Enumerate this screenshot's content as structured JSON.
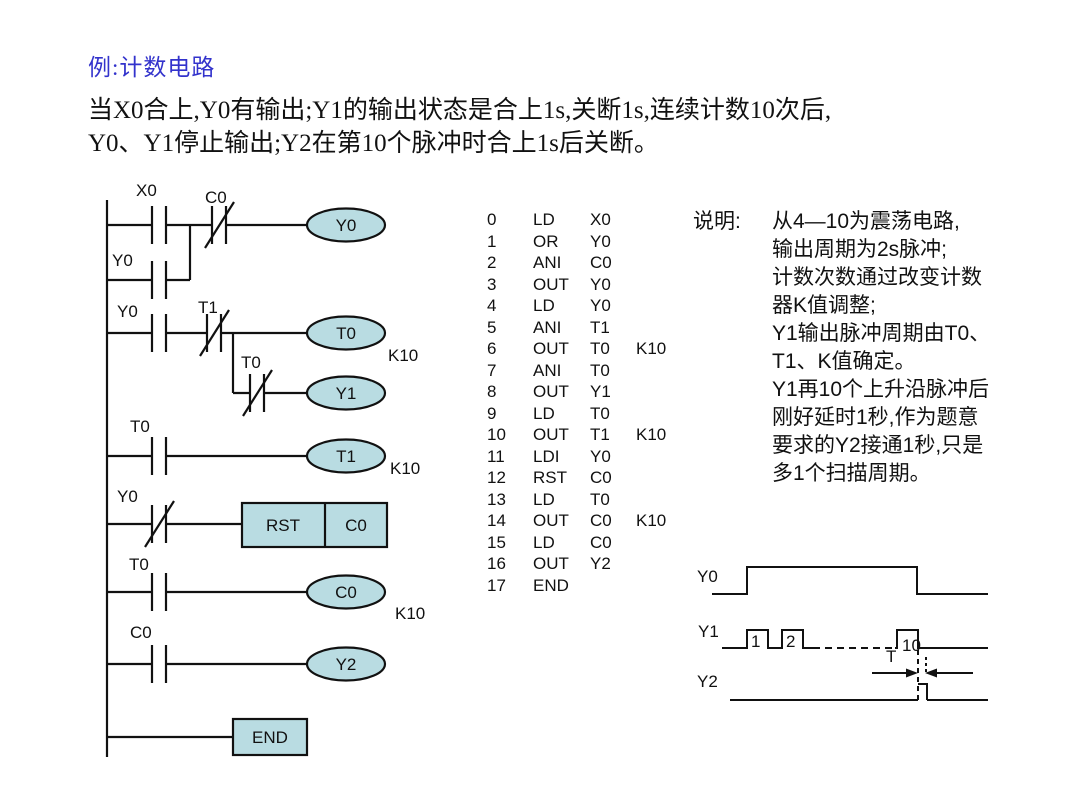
{
  "title": "例:计数电路",
  "intro": {
    "line1": "当X0合上,Y0有输出;Y1的输出状态是合上1s,关断1s,连续计数10次后,",
    "line2": "Y0、Y1停止输出;Y2在第10个脉冲时合上1s后关断。"
  },
  "ladder": {
    "labels": {
      "r1_contact1": "X0",
      "r1_contact2": "C0",
      "r1b_contact": "Y0",
      "r2_contact1": "Y0",
      "r2_contact2": "T1",
      "r2b_contact": "T0",
      "r3_contact": "T0",
      "r4_contact": "Y0",
      "r5_contact": "T0",
      "r6_contact": "C0"
    },
    "coils": {
      "coil_y0": "Y0",
      "coil_t0": "T0",
      "coil_y1": "Y1",
      "coil_t1": "T1",
      "coil_c0": "C0",
      "coil_y2": "Y2"
    },
    "k_constants": {
      "k_t0": "K10",
      "k_t1": "K10",
      "k_c0": "K10"
    },
    "rst_box": {
      "op": "RST",
      "operand": "C0"
    },
    "end_label": "END",
    "coil_fill": "#b9dce2"
  },
  "program": {
    "rows": [
      {
        "n": "0",
        "op": "LD",
        "operand": "X0",
        "k": ""
      },
      {
        "n": "1",
        "op": "OR",
        "operand": "Y0",
        "k": ""
      },
      {
        "n": "2",
        "op": "ANI",
        "operand": "C0",
        "k": ""
      },
      {
        "n": "3",
        "op": "OUT",
        "operand": "Y0",
        "k": ""
      },
      {
        "n": "4",
        "op": "LD",
        "operand": "Y0",
        "k": ""
      },
      {
        "n": "5",
        "op": "ANI",
        "operand": "T1",
        "k": ""
      },
      {
        "n": "6",
        "op": "OUT",
        "operand": "T0",
        "k": "K10"
      },
      {
        "n": "7",
        "op": "ANI",
        "operand": "T0",
        "k": ""
      },
      {
        "n": "8",
        "op": "OUT",
        "operand": "Y1",
        "k": ""
      },
      {
        "n": "9",
        "op": "LD",
        "operand": "T0",
        "k": ""
      },
      {
        "n": "10",
        "op": "OUT",
        "operand": "T1",
        "k": "K10"
      },
      {
        "n": "11",
        "op": "LDI",
        "operand": "Y0",
        "k": ""
      },
      {
        "n": "12",
        "op": "RST",
        "operand": "C0",
        "k": ""
      },
      {
        "n": "13",
        "op": "LD",
        "operand": "T0",
        "k": ""
      },
      {
        "n": "14",
        "op": "OUT",
        "operand": "C0",
        "k": "K10"
      },
      {
        "n": "15",
        "op": "LD",
        "operand": "C0",
        "k": ""
      },
      {
        "n": "16",
        "op": "OUT",
        "operand": "Y2",
        "k": ""
      },
      {
        "n": "17",
        "op": "END",
        "operand": "",
        "k": ""
      }
    ]
  },
  "notes": {
    "label": "说明:",
    "lines": [
      "从4—10为震荡电路,",
      "输出周期为2s脉冲;",
      "计数次数通过改变计数",
      "器K值调整;",
      "Y1输出脉冲周期由T0、",
      "T1、K值确定。",
      "Y1再10个上升沿脉冲后",
      "刚好延时1秒,作为题意",
      "要求的Y2接通1秒,只是",
      "多1个扫描周期。"
    ]
  },
  "timing": {
    "labels": {
      "y0": "Y0",
      "y1": "Y1",
      "y2": "Y2"
    },
    "pulse_numbers": {
      "p1": "1",
      "p2": "2",
      "p10": "10"
    },
    "period_label": "T"
  },
  "colors": {
    "title": "#3333cc",
    "line": "#111111",
    "coil_fill": "#b9dce2"
  }
}
